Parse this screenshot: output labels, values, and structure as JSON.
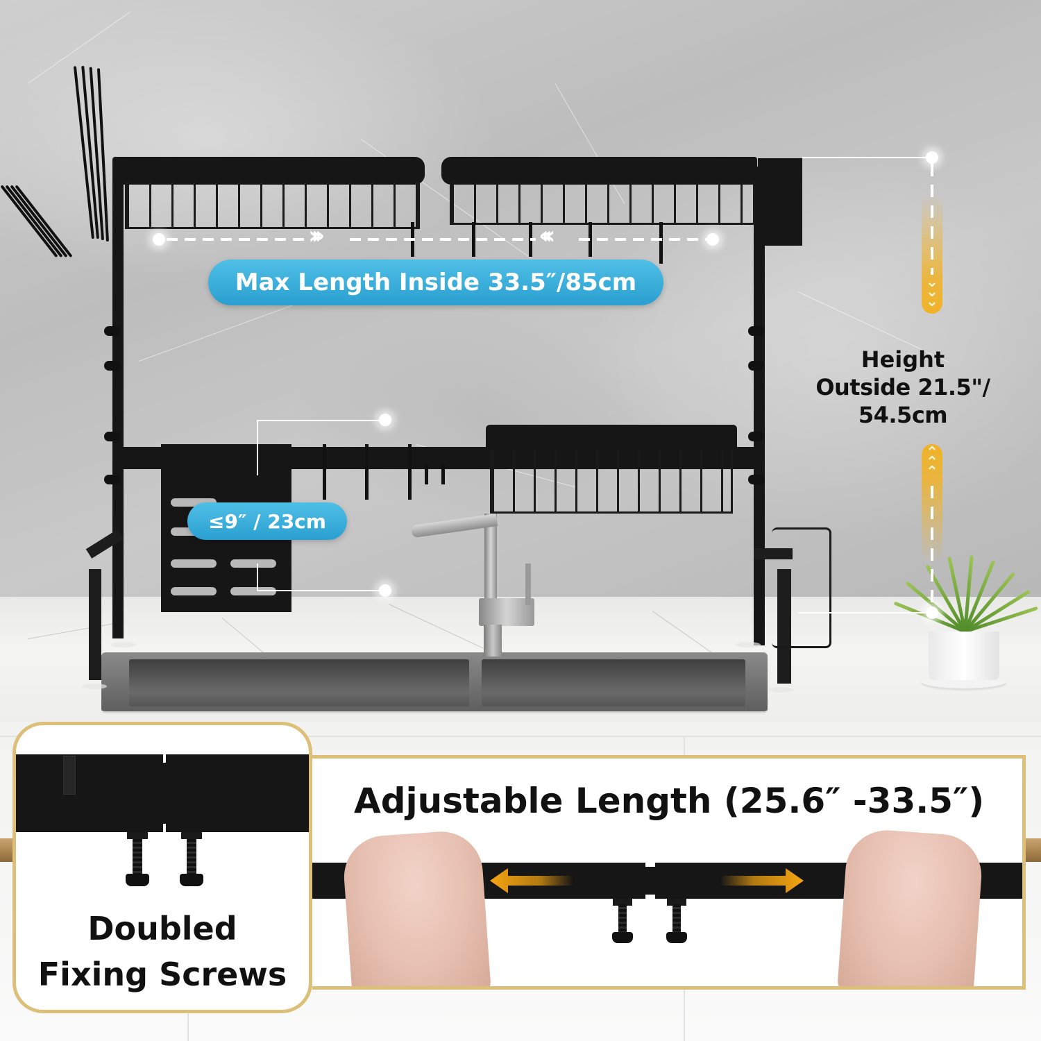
{
  "product": "Over-the-sink dish drying rack (black, 2-tier)",
  "colors": {
    "callout_blue": "#2a9fd0",
    "callout_blue_light": "#4fbfe6",
    "gold_accent": "#f0b228",
    "panel_border_gold": "#dcc07a",
    "rack_black": "#161616",
    "text_dark": "#111111",
    "text_light": "#ffffff"
  },
  "callouts": {
    "max_length": {
      "label": "Max Length Inside 33.5″/85cm",
      "chevrons_right": "›››",
      "chevrons_left": "‹‹‹"
    },
    "height": {
      "line1": "Height",
      "line2": "Outside 21.5\"/ 54.5cm",
      "arrow_down": "˅˅˅",
      "arrow_up": "˄˄˄"
    },
    "utensil_holder": {
      "label": "≤9″ / 23cm"
    }
  },
  "panels": {
    "left": {
      "title_line1": "Doubled",
      "title_line2": "Fixing Screws"
    },
    "right": {
      "title": "Adjustable Length (25.6″ -33.5″)",
      "arrow_left": "left-arrow",
      "arrow_right": "right-arrow"
    }
  }
}
